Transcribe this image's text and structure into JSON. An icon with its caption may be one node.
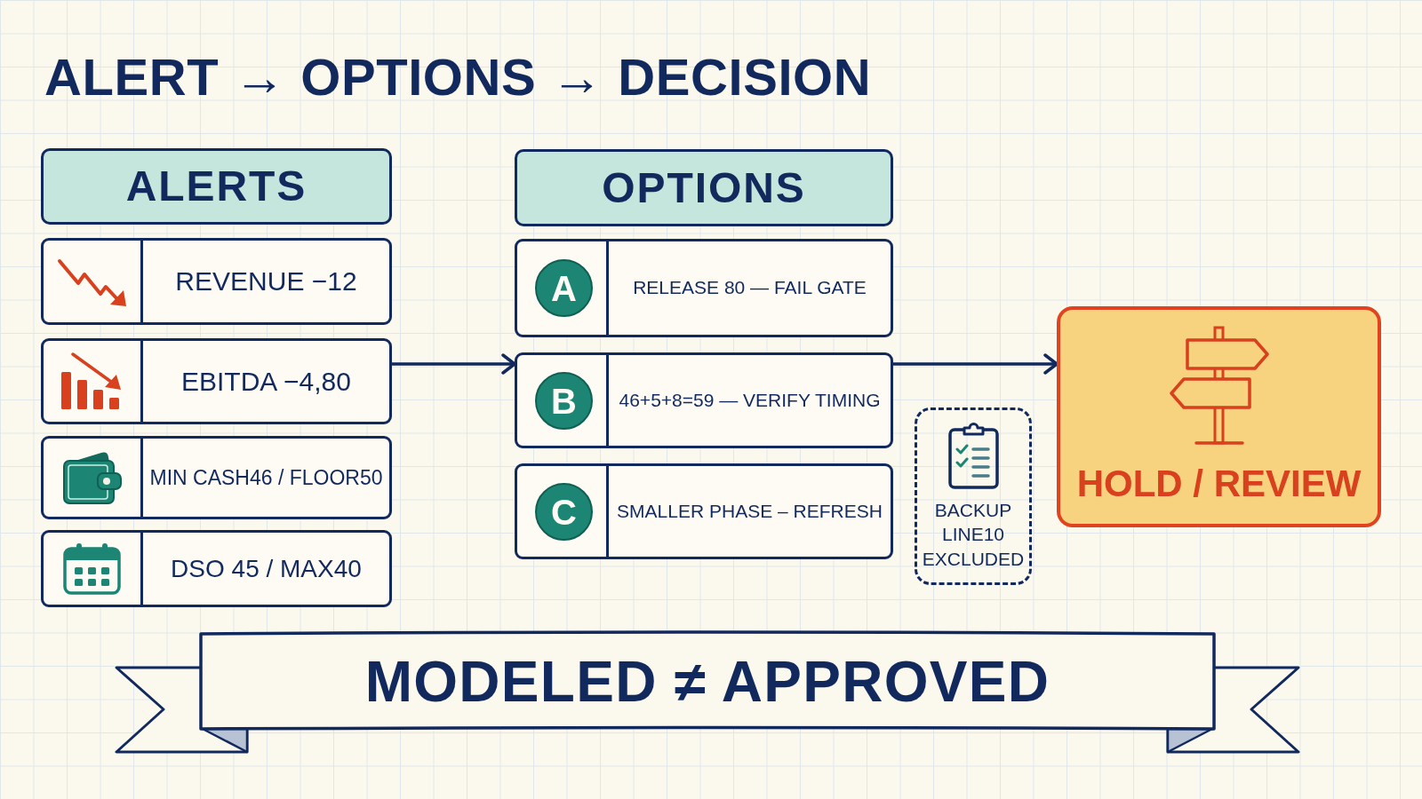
{
  "diagram": {
    "title": "ALERT → OPTIONS → DECISION",
    "nodes": [
      {
        "text": [
          "ALERTS"
        ]
      },
      {
        "text": [
          "REVENUE −12"
        ]
      },
      {
        "text": [
          "EBITDA −4,80"
        ]
      },
      {
        "text": [
          "MIN CASH46 / FLOOR50"
        ]
      },
      {
        "text": [
          "DSO 45 / MAX40"
        ]
      },
      {
        "text": [
          "OPTIONS"
        ]
      },
      {
        "text": [
          "RELEASE 80 — FAIL GATE"
        ]
      },
      {
        "text": [
          "A"
        ],
        "in": 6
      },
      {
        "text": [
          "46+5+8=59 — VERIFY TIMING"
        ]
      },
      {
        "text": [
          "B"
        ],
        "in": 8
      },
      {
        "text": [
          "SMALLER PHASE – REFRESH"
        ]
      },
      {
        "text": [
          "C"
        ],
        "in": 10
      },
      {
        "text": [
          "BACKUP LINE10 EXCLUDED"
        ]
      },
      {
        "text": [
          "HOLD / REVIEW"
        ]
      },
      {
        "text": [
          "MODELED ≠ APPROVED"
        ]
      }
    ],
    "edges": [
      {
        "from": 2,
        "to": 8,
        "arrow": "to"
      },
      {
        "from": 8,
        "to": 13,
        "arrow": "to"
      }
    ]
  }
}
